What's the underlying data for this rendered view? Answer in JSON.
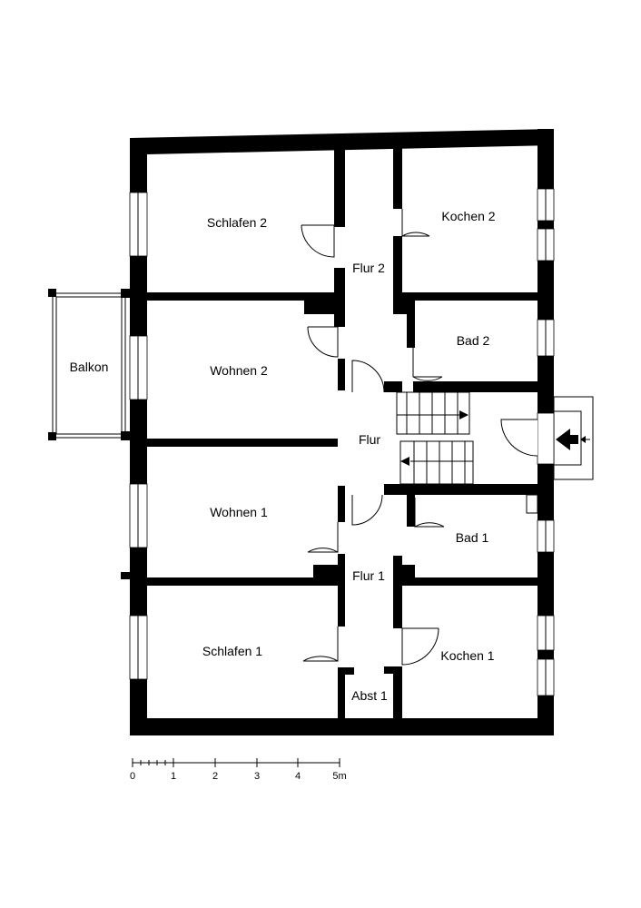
{
  "colors": {
    "wall": "#000000",
    "background": "#ffffff"
  },
  "rooms": {
    "schlafen2": "Schlafen 2",
    "kochen2": "Kochen 2",
    "flur2": "Flur 2",
    "balkon": "Balkon",
    "wohnen2": "Wohnen 2",
    "bad2": "Bad 2",
    "flur": "Flur",
    "wohnen1": "Wohnen 1",
    "bad1": "Bad 1",
    "flur1": "Flur 1",
    "schlafen1": "Schlafen 1",
    "kochen1": "Kochen 1",
    "abst1": "Abst 1"
  },
  "scale": {
    "labels": [
      "0",
      "1",
      "2",
      "3",
      "4",
      "5m"
    ]
  },
  "icons": {
    "entrance": "entrance-arrow-icon",
    "stairs": "stairs-arrow-icon"
  }
}
